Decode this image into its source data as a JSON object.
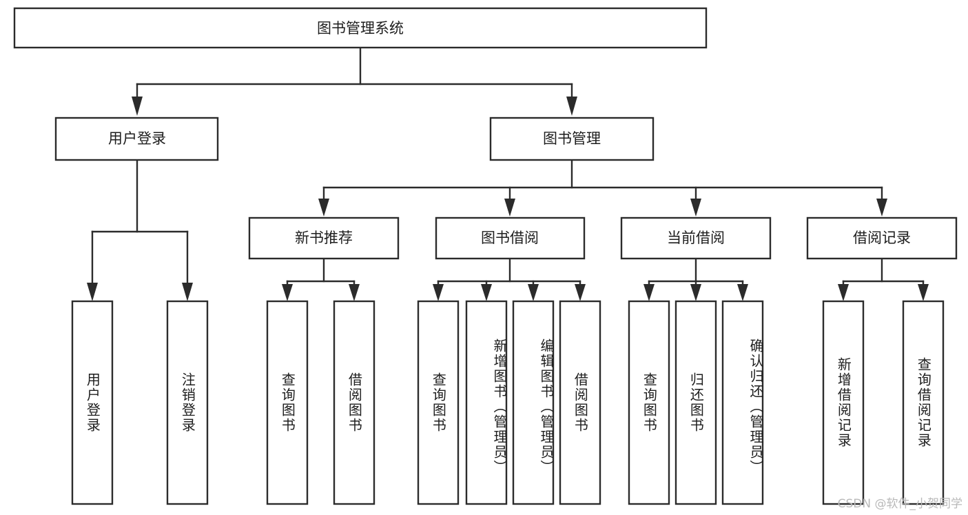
{
  "diagram": {
    "title": "图书管理系统",
    "type": "tree-hierarchy",
    "watermark": "CSDN @软件_小贺同学",
    "colors": {
      "stroke": "#2b2b2b",
      "fill": "#ffffff",
      "text": "#1d1d1d",
      "watermark": "#b9b9b9"
    },
    "root": {
      "label": "图书管理系统"
    },
    "level2": [
      {
        "label": "用户登录"
      },
      {
        "label": "图书管理"
      }
    ],
    "level3": [
      {
        "label": "新书推荐"
      },
      {
        "label": "图书借阅"
      },
      {
        "label": "当前借阅"
      },
      {
        "label": "借阅记录"
      }
    ],
    "leaves": {
      "user_login": [
        {
          "label": "用户登录"
        },
        {
          "label": "注销登录"
        }
      ],
      "new_book_recommend": [
        {
          "label": "查询图书"
        },
        {
          "label": "借阅图书"
        }
      ],
      "book_borrow": [
        {
          "label": "查询图书"
        },
        {
          "label": "新增图书（管理员）"
        },
        {
          "label": "编辑图书（管理员）"
        },
        {
          "label": "借阅图书"
        }
      ],
      "current_borrow": [
        {
          "label": "查询图书"
        },
        {
          "label": "归还图书"
        },
        {
          "label": "确认归还（管理员）"
        }
      ],
      "borrow_records": [
        {
          "label": "新增借阅记录"
        },
        {
          "label": "查询借阅记录"
        }
      ]
    }
  }
}
